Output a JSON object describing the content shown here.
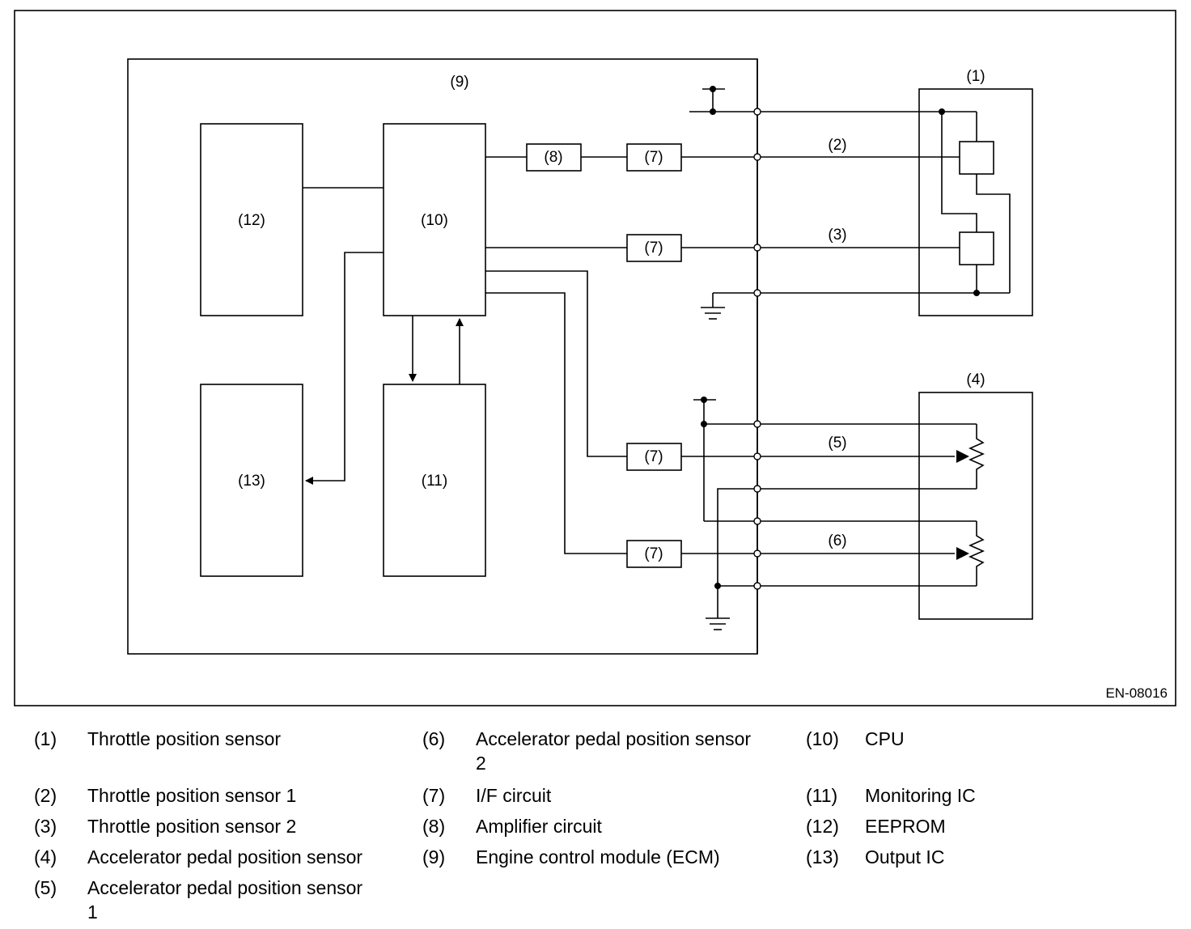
{
  "figure_code": "EN-08016",
  "callouts": {
    "c1": "(1)",
    "c2": "(2)",
    "c3": "(3)",
    "c4": "(4)",
    "c5": "(5)",
    "c6": "(6)",
    "c7": "(7)",
    "c8": "(8)",
    "c9": "(9)",
    "c10": "(10)",
    "c11": "(11)",
    "c12": "(12)",
    "c13": "(13)"
  },
  "legend": {
    "columns": [
      [
        {
          "num": "(1)",
          "text": "Throttle position sensor"
        },
        {
          "num": "(2)",
          "text": "Throttle position sensor 1"
        },
        {
          "num": "(3)",
          "text": "Throttle position sensor 2"
        },
        {
          "num": "(4)",
          "text": "Accelerator pedal position sensor"
        },
        {
          "num": "(5)",
          "text": "Accelerator pedal position sensor",
          "text2": "1"
        }
      ],
      [
        {
          "num": "(6)",
          "text": "Accelerator pedal position sensor",
          "text2": "2"
        },
        {
          "num": "(7)",
          "text": "I/F circuit"
        },
        {
          "num": "(8)",
          "text": "Amplifier circuit"
        },
        {
          "num": "(9)",
          "text": "Engine control module (ECM)"
        }
      ],
      [
        {
          "num": "(10)",
          "text": "CPU"
        },
        {
          "num": "(11)",
          "text": "Monitoring IC"
        },
        {
          "num": "(12)",
          "text": "EEPROM"
        },
        {
          "num": "(13)",
          "text": "Output IC"
        }
      ]
    ]
  }
}
